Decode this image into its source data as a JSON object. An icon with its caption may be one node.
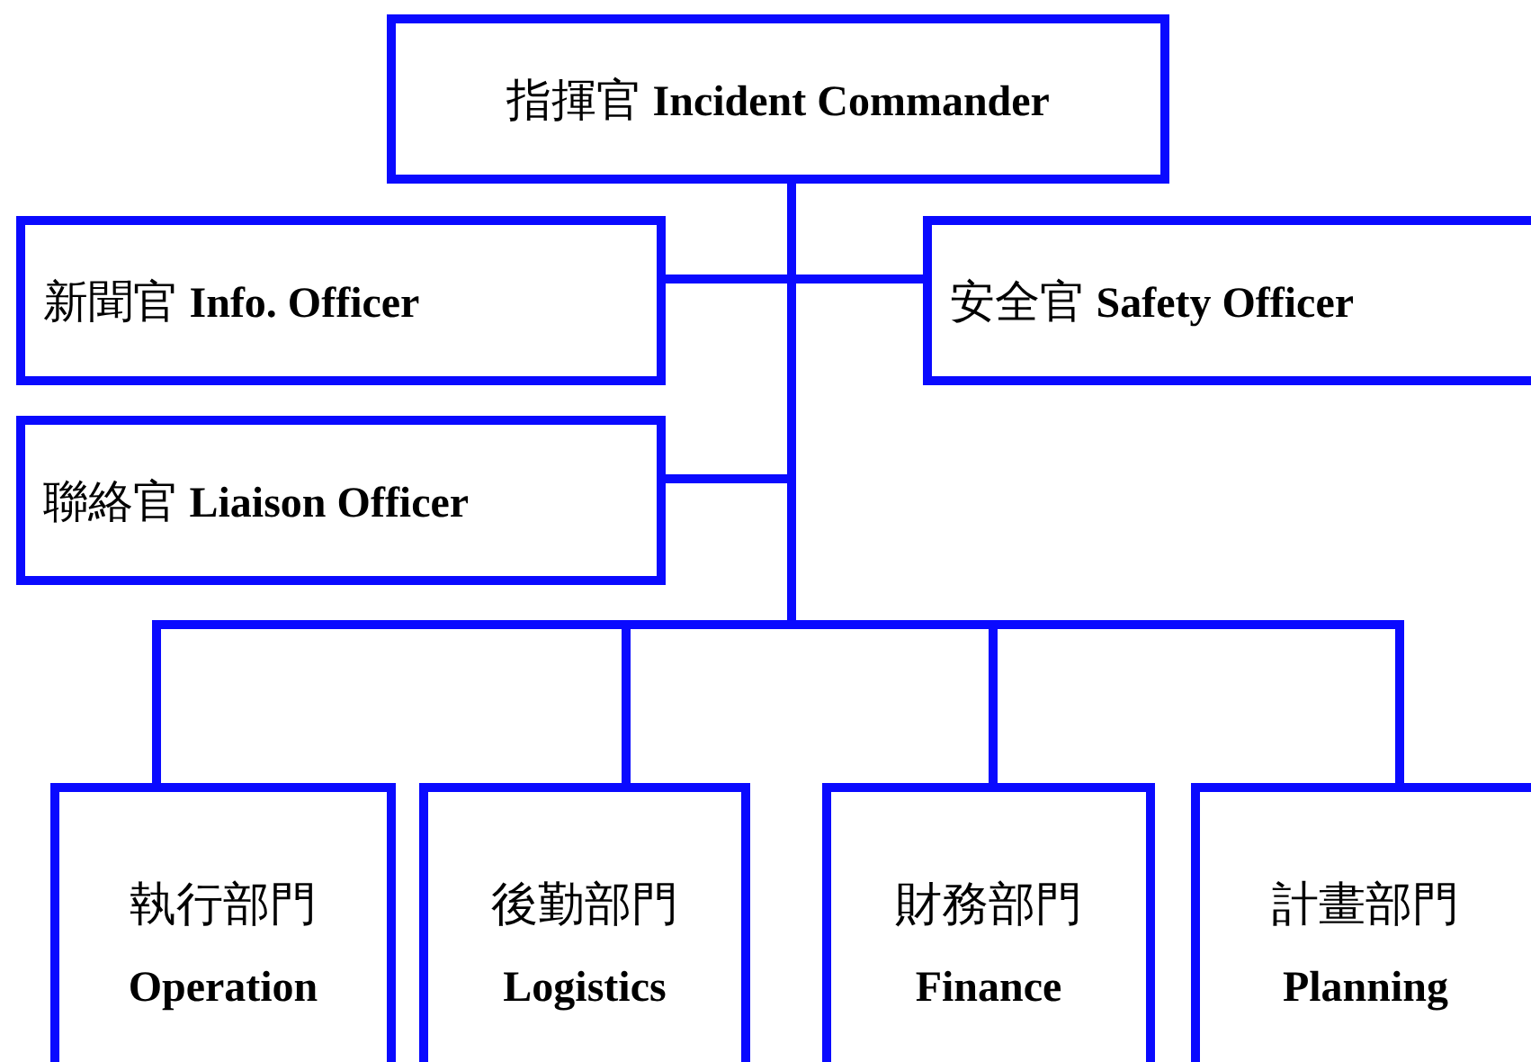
{
  "diagram": {
    "nodes": [
      {
        "text": [
          "指揮官 **Incident Commander**"
        ]
      },
      {
        "text": [
          "新聞官 **Info. Officer**"
        ]
      },
      {
        "text": [
          "安全官 **Safety Officer**"
        ]
      },
      {
        "text": [
          "聯絡官 **Liaison Officer**"
        ]
      },
      {
        "text": [
          "執行部門",
          "Operation"
        ]
      },
      {
        "text": [
          "後勤部門",
          "Logistics"
        ]
      },
      {
        "text": [
          "財務部門",
          "Finance"
        ]
      },
      {
        "text": [
          "計畫部門",
          "Planning"
        ]
      }
    ],
    "edges": [
      {
        "from": 0,
        "to": 1,
        "arrow": "none"
      },
      {
        "from": 0,
        "to": 2,
        "arrow": "none"
      },
      {
        "from": 0,
        "to": 3,
        "arrow": "none"
      },
      {
        "from": 0,
        "to": 4,
        "arrow": "none"
      },
      {
        "from": 0,
        "to": 5,
        "arrow": "none"
      },
      {
        "from": 0,
        "to": 6,
        "arrow": "none"
      },
      {
        "from": 0,
        "to": 7,
        "arrow": "none"
      }
    ]
  }
}
